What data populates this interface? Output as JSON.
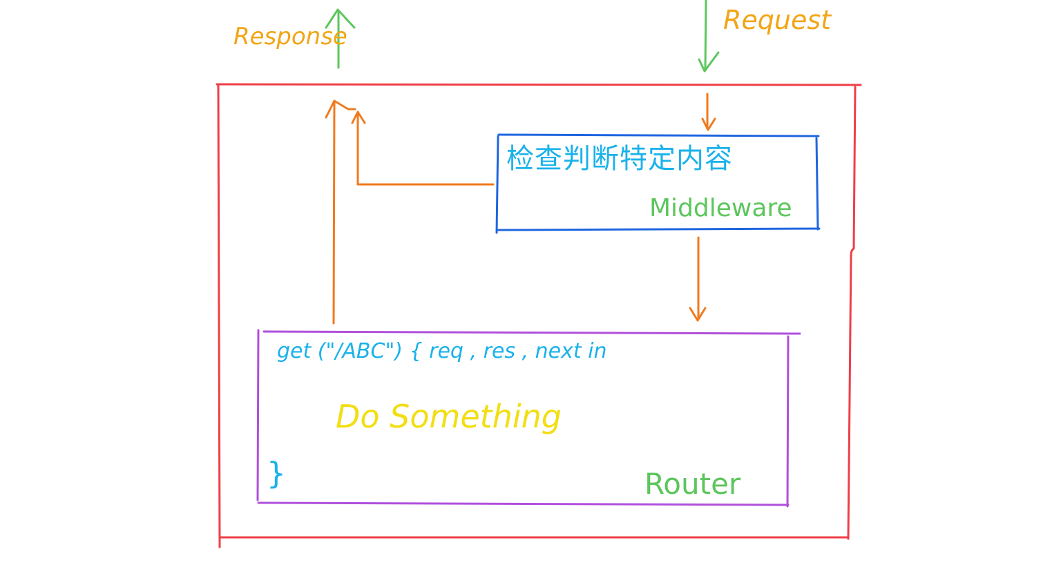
{
  "labels": {
    "response": "Response",
    "request": "Request",
    "middleware_title": "检查判断特定内容",
    "middleware": "Middleware",
    "code_line": "get (\"/ABC\") { req , res , next in",
    "do_something": "Do Something",
    "close_brace": "}",
    "router": "Router"
  },
  "colors": {
    "outer_box": "#ef3e46",
    "middleware_box": "#1f66e0",
    "router_box": "#b04fdc",
    "flow_arrow": "#f07a1e",
    "external_arrow": "#5cc65c",
    "label_orange": "#f2a516",
    "label_cyan": "#1ab2ea",
    "label_green": "#5cc65c",
    "label_yellow": "#f2de12"
  }
}
